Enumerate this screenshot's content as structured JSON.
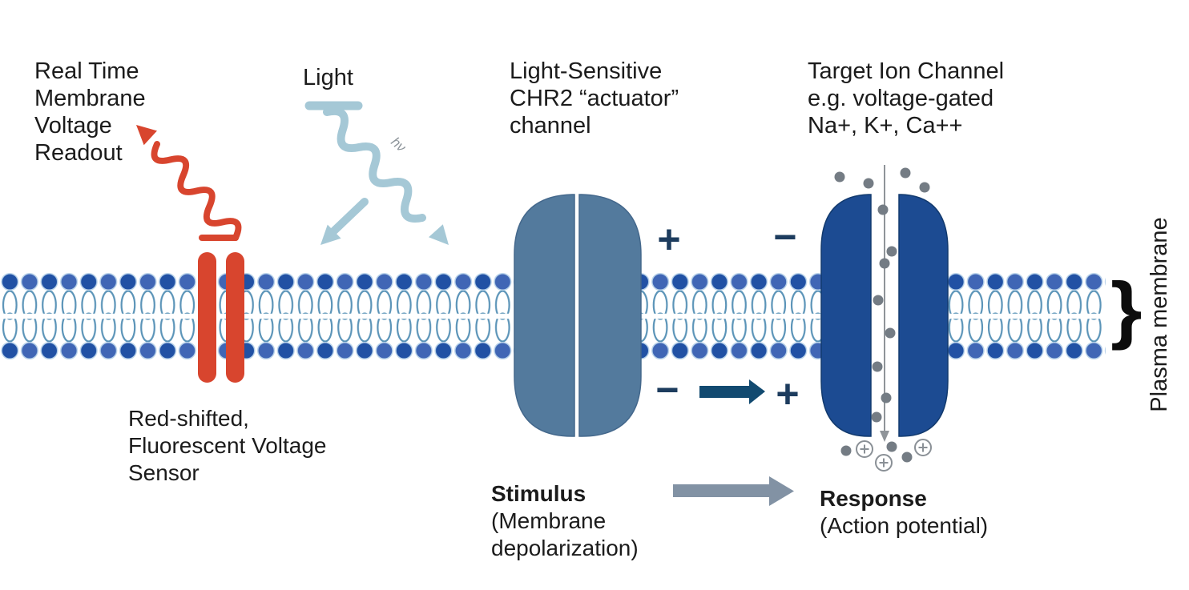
{
  "title_labels": {
    "readout": "Real Time\nMembrane\nVoltage\nReadout",
    "light": "Light",
    "photon": "hν",
    "chr2_channel": "Light-Sensitive\nCHR2 “actuator”\nchannel",
    "target_channel": "Target Ion Channel\ne.g. voltage-gated\nNa+, K+, Ca++",
    "voltage_sensor": "Red-shifted,\nFluorescent Voltage\nSensor",
    "plasma_membrane": "Plasma membrane",
    "membrane_brace": "}"
  },
  "flow": {
    "stimulus_title": "Stimulus",
    "stimulus_detail": "(Membrane\ndepolarization)",
    "response_title": "Response",
    "response_detail": "(Action potential)"
  },
  "charges": {
    "outside_plus": "+",
    "outside_minus": "−",
    "inside_minus": "−",
    "inside_plus": "+"
  },
  "colors": {
    "membrane_head_dark": "#2151a4",
    "membrane_head_light": "#4066b5",
    "membrane_head_halo": "#b9d3ea",
    "lipid_tail": "#5b94b8",
    "sensor_red": "#d8452e",
    "light_blue": "#a5c8d6",
    "chr2_blue": "#537a9d",
    "chr2_outline": "#44688c",
    "channel_blue": "#1c4b92",
    "channel_outline": "#123a6e",
    "charge_navy": "#1d3c5e",
    "depolarization_arrow": "#124a70",
    "response_arrow_gray": "#8292a4",
    "ion_gray": "#747c84",
    "ion_line_gray": "#8f9499",
    "photon_gray": "#8e959b"
  },
  "icons": {
    "fluorescence-wave-arrow-icon": "red wavy emission arrow pointing up-left",
    "light-wave-arrow-icon": "pale blue wavy light ray with arrowheads pointing down",
    "depolarization-arrow-icon": "dark navy right block arrow between − and +",
    "stimulus-response-arrow-icon": "gray right block arrow",
    "positive-ion-icon": "circled plus ion symbol",
    "ion-dot-icon": "small gray ion dot",
    "membrane-brace-icon": "curly brace marking the plasma membrane"
  }
}
